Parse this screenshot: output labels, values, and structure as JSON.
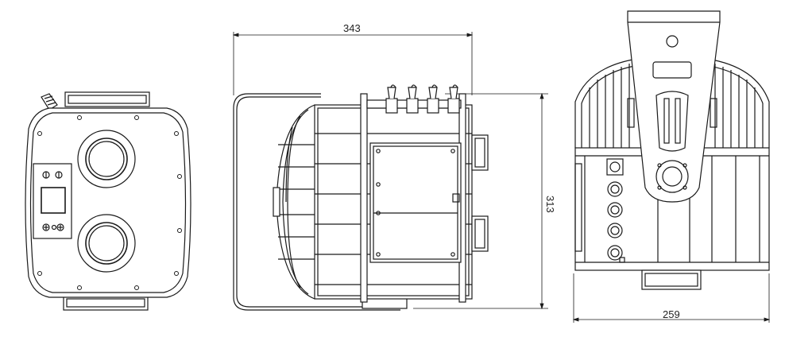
{
  "drawing": {
    "views": [
      {
        "id": "front-view"
      },
      {
        "id": "side-view"
      },
      {
        "id": "rear-view"
      }
    ],
    "dimensions": {
      "side_width": "343",
      "side_height": "313",
      "rear_width": "259"
    }
  }
}
